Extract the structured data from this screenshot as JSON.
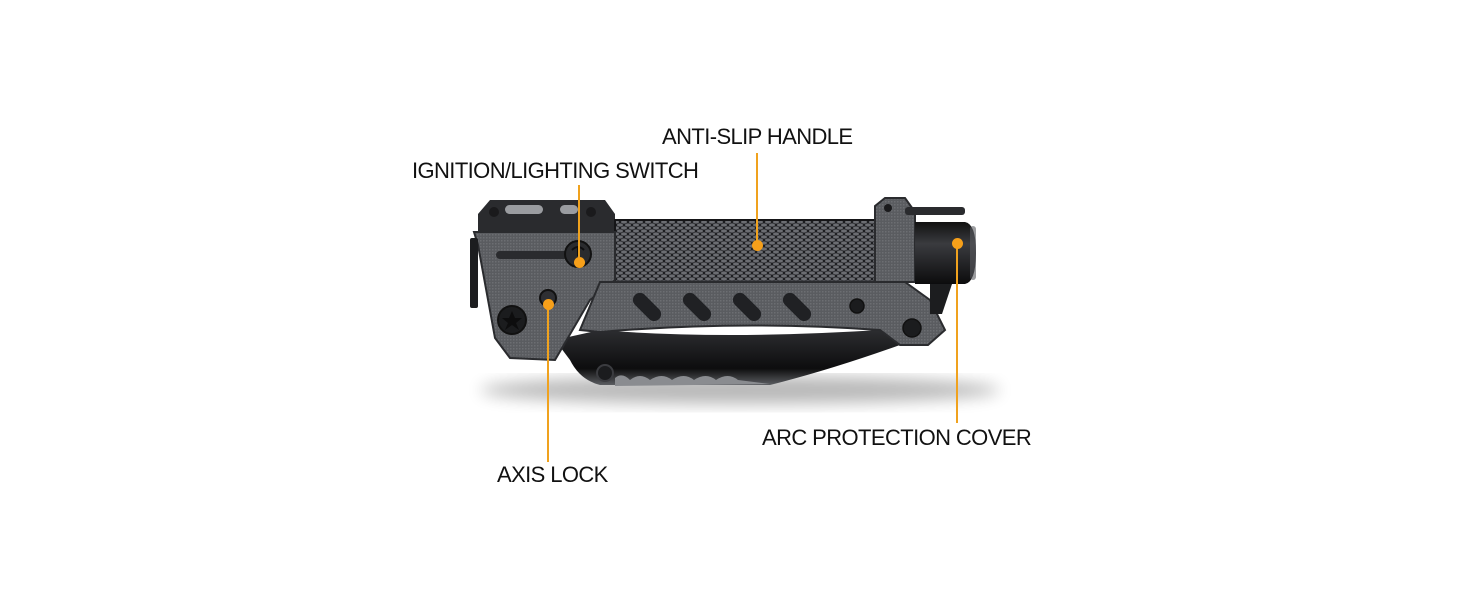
{
  "diagram": {
    "subject": "folding knife with integrated lighter/flashlight",
    "accent_color": "#f7a01a",
    "callouts": [
      {
        "id": "anti-slip-handle",
        "label": "ANTI-SLIP HANDLE"
      },
      {
        "id": "ignition-switch",
        "label": "IGNITION/LIGHTING SWITCH"
      },
      {
        "id": "axis-lock",
        "label": "AXIS LOCK"
      },
      {
        "id": "arc-protection-cover",
        "label": "ARC PROTECTION COVER"
      }
    ]
  }
}
